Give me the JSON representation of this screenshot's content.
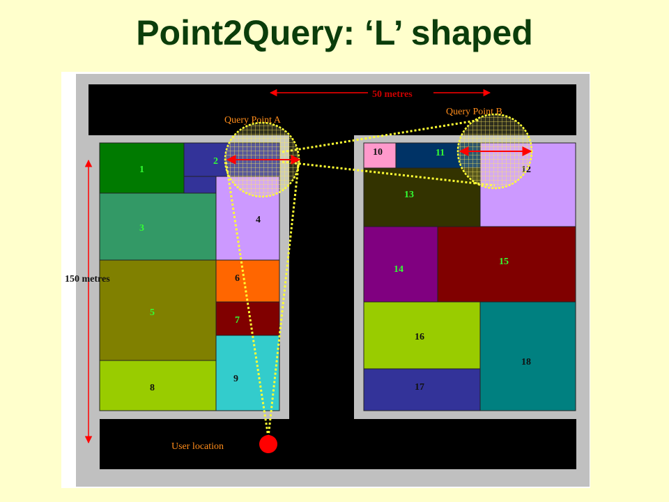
{
  "title": "Point2Query: ‘L’ shaped",
  "labels": {
    "width_dimension": "50 metres",
    "height_dimension": "150 metres",
    "query_point_a": "Query Point A",
    "query_point_b": "Query Point B",
    "user_location": "User location"
  },
  "blocks": [
    {
      "id": "1",
      "label": "1",
      "color": "#007a00"
    },
    {
      "id": "2",
      "label": "2",
      "color": "#333399"
    },
    {
      "id": "3",
      "label": "3",
      "color": "#339966"
    },
    {
      "id": "4",
      "label": "4",
      "color": "#cc99ff"
    },
    {
      "id": "5",
      "label": "5",
      "color": "#808000"
    },
    {
      "id": "6",
      "label": "6",
      "color": "#ff6600"
    },
    {
      "id": "7",
      "label": "7",
      "color": "#800000"
    },
    {
      "id": "8",
      "label": "8",
      "color": "#99cc00"
    },
    {
      "id": "9",
      "label": "9",
      "color": "#33cccc"
    },
    {
      "id": "10",
      "label": "10",
      "color": "#ff99cc"
    },
    {
      "id": "11",
      "label": "11",
      "color": "#003366"
    },
    {
      "id": "12",
      "label": "12",
      "color": "#cc99ff"
    },
    {
      "id": "13",
      "label": "13",
      "color": "#333300"
    },
    {
      "id": "14",
      "label": "14",
      "color": "#800080"
    },
    {
      "id": "15",
      "label": "15",
      "color": "#800000"
    },
    {
      "id": "16",
      "label": "16",
      "color": "#99cc00"
    },
    {
      "id": "17",
      "label": "17",
      "color": "#333399"
    },
    {
      "id": "18",
      "label": "18",
      "color": "#008080"
    }
  ],
  "colors": {
    "road": "#000000",
    "pavement": "#c0c0c0",
    "sight_line": "#ffff33",
    "user_marker": "#ff0000",
    "dimension_arrow": "#ff0000",
    "title": "#0b3d0b"
  }
}
